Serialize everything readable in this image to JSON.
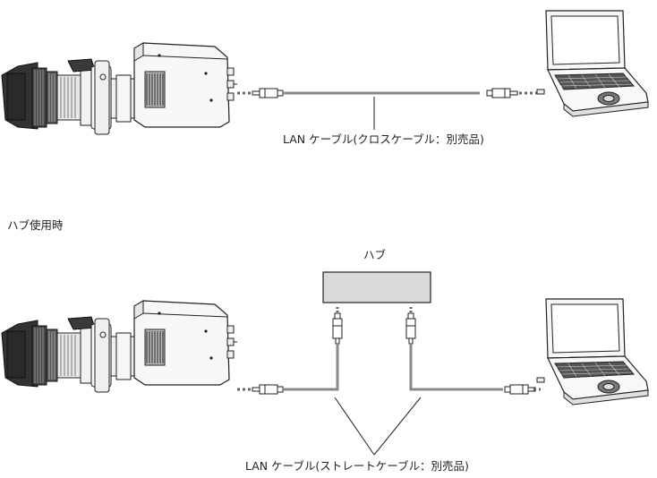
{
  "diagram_top": {
    "cable_label": "LAN ケーブル(クロスケーブル：別売品)"
  },
  "diagram_bottom": {
    "section_title": "ハブ使用時",
    "hub_label": "ハブ",
    "cable_label": "LAN ケーブル(ストレートケーブル：別売品)"
  },
  "colors": {
    "cable": "#8a8a8a",
    "hub_fill": "#d9d9d9",
    "outline": "#222222"
  }
}
